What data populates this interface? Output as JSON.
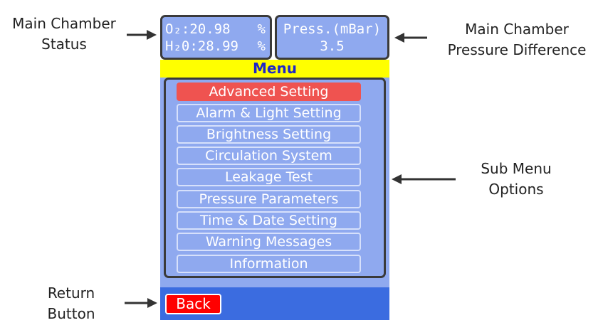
{
  "annotations": {
    "chamber_status": [
      "Main Chamber",
      "Status"
    ],
    "pressure_difference": [
      "Main Chamber",
      "Pressure Difference"
    ],
    "sub_menu": [
      "Sub Menu",
      "Options"
    ],
    "return_button": [
      "Return",
      "Button"
    ]
  },
  "status": {
    "o2_label": "O₂",
    "o2_value": ":20.98",
    "o2_unit": "%",
    "h2o_label": "H₂0",
    "h2o_value": ":28.99",
    "h2o_unit": "%",
    "pressure_label": "Press.(mBar)",
    "pressure_value": "3.5"
  },
  "menu": {
    "title": "Menu",
    "items": [
      {
        "label": "Advanced Setting",
        "active": true
      },
      {
        "label": "Alarm & Light Setting",
        "active": false
      },
      {
        "label": "Brightness Setting",
        "active": false
      },
      {
        "label": "Circulation System",
        "active": false
      },
      {
        "label": "Leakage Test",
        "active": false
      },
      {
        "label": "Pressure Parameters",
        "active": false
      },
      {
        "label": "Time & Date Setting",
        "active": false
      },
      {
        "label": "Warning Messages",
        "active": false
      },
      {
        "label": "Information",
        "active": false
      }
    ]
  },
  "back_label": "Back",
  "colors": {
    "panel": "#8fa9ef",
    "title_bar": "#ffff00",
    "title_text": "#1f28c7",
    "active_item": "#ef5350",
    "bottom_bar": "#3b6ce0",
    "back_button": "#ff0000"
  }
}
